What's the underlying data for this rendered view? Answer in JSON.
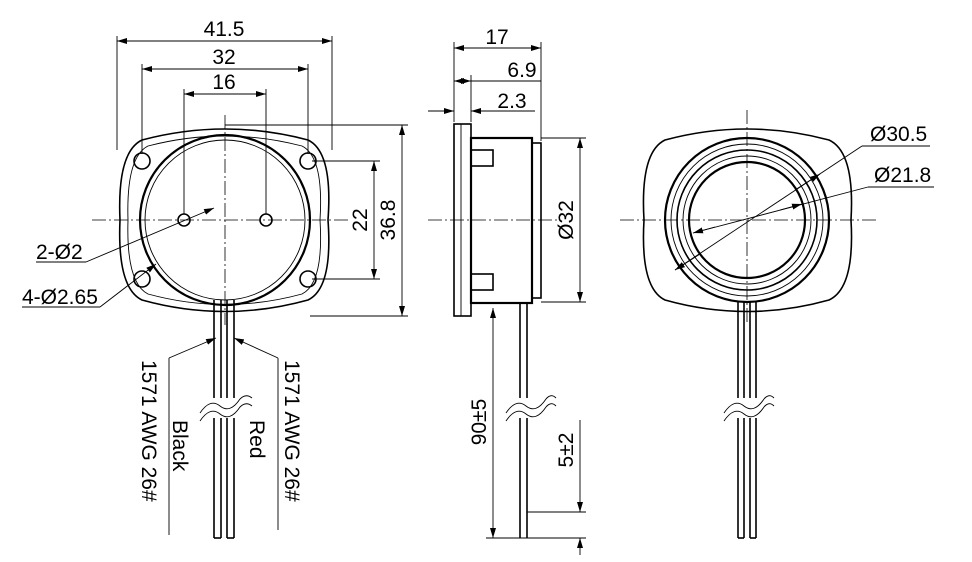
{
  "front_view": {
    "dim_overall_width": "41.5",
    "dim_hole_span": "32",
    "dim_pin_span": "16",
    "dim_inner_height": "22",
    "dim_overall_height": "36.8",
    "callout_pin_holes": "2-Ø2",
    "callout_mount_holes": "4-Ø2.65",
    "wire_right_spec": "1571 AWG 26#",
    "wire_right_color": "Red",
    "wire_left_spec": "1571 AWG 26#",
    "wire_left_color": "Black"
  },
  "side_view": {
    "dim_total_depth": "17",
    "dim_body_depth": "6.9",
    "dim_flange": "2.3",
    "dim_diameter": "Ø32",
    "dim_lead_length": "90±5",
    "dim_strip_length": "5±2"
  },
  "rear_view": {
    "dim_outer_diameter": "Ø30.5",
    "dim_inner_diameter": "Ø21.8"
  }
}
